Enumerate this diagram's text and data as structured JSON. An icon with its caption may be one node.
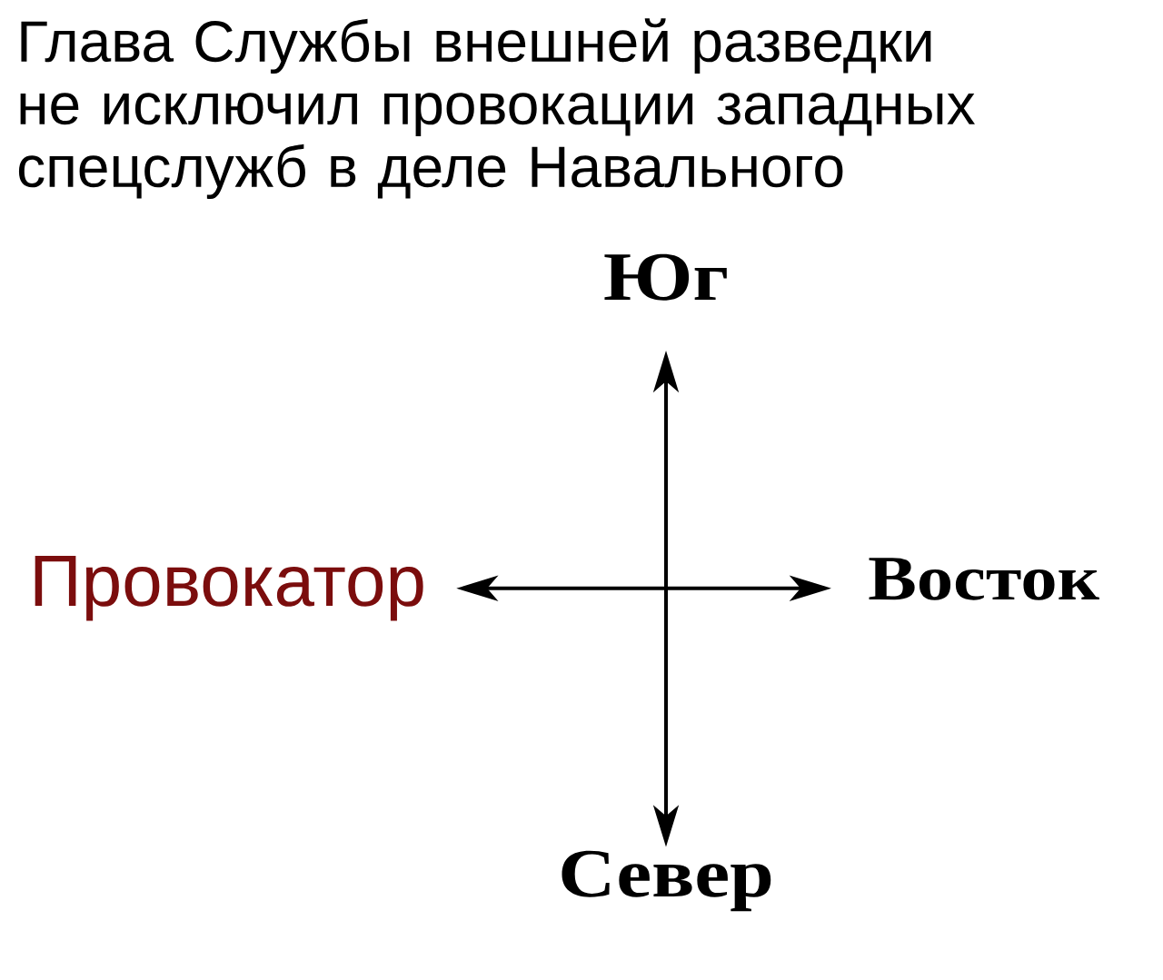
{
  "diagram": {
    "title": "Глава Службы внешней разведки не исключил провокации западных спецслужб в деле Навального",
    "nodes": [
      {
        "text": [
          "Юг"
        ]
      },
      {
        "text": [
          "Провокатор"
        ]
      },
      {
        "text": [
          "Восток"
        ]
      },
      {
        "text": [
          "Север"
        ]
      }
    ],
    "edges": [
      {
        "from": 0,
        "to": 3,
        "arrow": "both"
      },
      {
        "from": 1,
        "to": 2,
        "arrow": "both"
      }
    ]
  }
}
